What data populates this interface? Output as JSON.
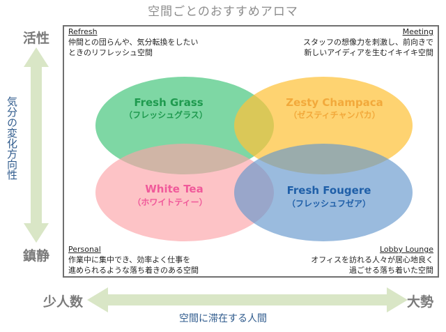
{
  "title": "空間ごとのおすすめアロマ",
  "y_axis": {
    "top": "活性",
    "bottom": "鎮静",
    "caption": "気分の変化方向性"
  },
  "x_axis": {
    "left": "少人数",
    "right": "大勢",
    "caption": "空間に滞在する人間"
  },
  "corners": {
    "top_left": {
      "heading": "Refresh",
      "line1": "仲間との団らんや、気分転換をしたい",
      "line2": "ときのリフレッシュ空間"
    },
    "top_right": {
      "heading": "Meeting",
      "line1": "スタッフの想像力を刺激し、前向きで",
      "line2": "新しいアイディアを生むイキイキ空間"
    },
    "bottom_left": {
      "heading": "Personal",
      "line1": "作業中に集中でき、効率よく仕事を",
      "line2": "進められるような落ち着きのある空間"
    },
    "bottom_right": {
      "heading": "Lobby Lounge",
      "line1": "オフィスを訪れる人々が居心地良く",
      "line2": "過ごせる落ち着いた空間"
    }
  },
  "aromas": {
    "fresh_grass": {
      "name": "Fresh Grass",
      "kana": "（フレッシュグラス）",
      "fill": "#39c173",
      "text_color": "#1f9a4f"
    },
    "zesty_champaca": {
      "name": "Zesty Champaca",
      "kana": "（ゼスティチャンパカ）",
      "fill": "#fec23a",
      "text_color": "#f2a93b"
    },
    "white_tea": {
      "name": "White Tea",
      "kana": "（ホワイトティー）",
      "fill": "#fca3a8",
      "text_color": "#f0599a"
    },
    "fresh_fougere": {
      "name": "Fresh Fougere",
      "kana": "（フレッシュフゼア）",
      "fill": "#6496cc",
      "text_color": "#1f5fa8"
    }
  },
  "colors": {
    "arrow": "#d9e6c6",
    "axis_caption": "#2e5a8c",
    "frame": "#6f6f6f"
  }
}
